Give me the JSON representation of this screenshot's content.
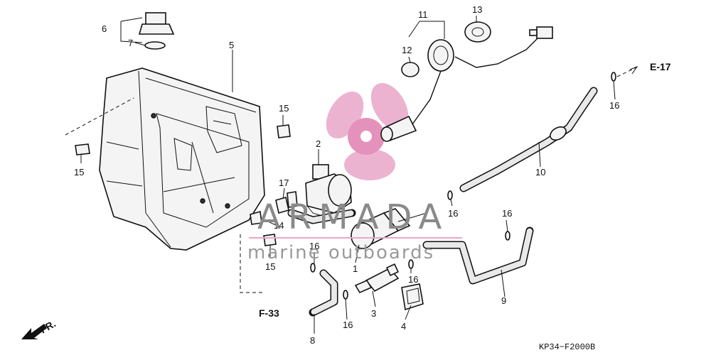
{
  "callouts": {
    "c1": "1",
    "c2": "2",
    "c3": "3",
    "c4": "4",
    "c5": "5",
    "c6": "6",
    "c7": "7",
    "c8": "8",
    "c9": "9",
    "c10": "10",
    "c11": "11",
    "c12": "12",
    "c13": "13",
    "c14": "14",
    "c15a": "15",
    "c15b": "15",
    "c15c": "15",
    "c16a": "16",
    "c16b": "16",
    "c16c": "16",
    "c16d": "16",
    "c16e": "16",
    "c16f": "16",
    "c17": "17"
  },
  "refs": {
    "e17": "E-17",
    "f33": "F-33",
    "fr": "FR."
  },
  "diagram_code": "KP34−F2000B",
  "watermark": {
    "title": "ARMADA",
    "subtitle": "marine outboards",
    "logo_color": "#e9a6c8"
  }
}
